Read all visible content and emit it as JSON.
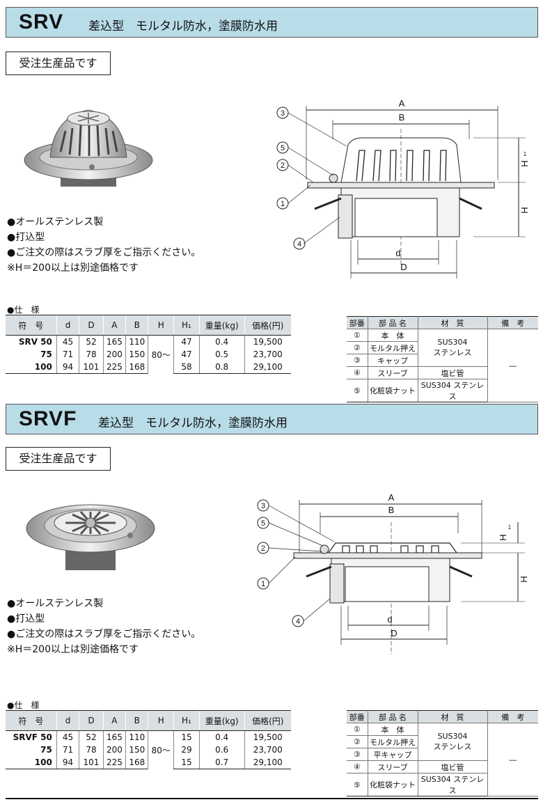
{
  "sections": [
    {
      "code": "SRV",
      "subtitle": "差込型　モルタル防水，塗膜防水用",
      "order_note": "受注生産品です",
      "features": [
        "●オールステンレス製",
        "●打込型",
        "●ご注文の際はスラブ厚をご指示ください。",
        "※H＝200以上は別途価格です"
      ],
      "spec_title": "●仕　様",
      "spec_headers": [
        "符　号",
        "d",
        "D",
        "A",
        "B",
        "H",
        "H₁",
        "重量(kg)",
        "価格(円)"
      ],
      "spec_rows": [
        [
          "SRV 50",
          "45",
          "52",
          "165",
          "110",
          "47",
          "0.4",
          "19,500"
        ],
        [
          "75",
          "71",
          "78",
          "200",
          "150",
          "47",
          "0.5",
          "23,700"
        ],
        [
          "100",
          "94",
          "101",
          "225",
          "168",
          "58",
          "0.8",
          "29,100"
        ]
      ],
      "h_value": "80～",
      "parts_headers": [
        "部番",
        "部 品 名",
        "材　質",
        "備　考"
      ],
      "parts_rows": [
        [
          "①",
          "本　体"
        ],
        [
          "②",
          "モルタル押え"
        ],
        [
          "③",
          "キャップ"
        ],
        [
          "④",
          "スリーブ"
        ],
        [
          "⑤",
          "化粧袋ナット"
        ]
      ],
      "material_stainless": "SUS304\nステンレス",
      "material_sleeve": "塩ビ管",
      "material_nut": "SUS304 ステンレス",
      "remarks": "―",
      "diagram_labels": {
        "A": "A",
        "B": "B",
        "d": "d",
        "D": "D",
        "H": "H",
        "H1": "H",
        "H1_sub": "1",
        "p1": "1",
        "p2": "2",
        "p3": "3",
        "p4": "4",
        "p5": "5"
      }
    },
    {
      "code": "SRVF",
      "subtitle": "差込型　モルタル防水，塗膜防水用",
      "order_note": "受注生産品です",
      "features": [
        "●オールステンレス製",
        "●打込型",
        "●ご注文の際はスラブ厚をご指示ください。",
        "※H＝200以上は別途価格です"
      ],
      "spec_title": "●仕　様",
      "spec_headers": [
        "符　号",
        "d",
        "D",
        "A",
        "B",
        "H",
        "H₁",
        "重量(kg)",
        "価格(円)"
      ],
      "spec_rows": [
        [
          "SRVF 50",
          "45",
          "52",
          "165",
          "110",
          "15",
          "0.4",
          "19,500"
        ],
        [
          "75",
          "71",
          "78",
          "200",
          "150",
          "29",
          "0.6",
          "23,700"
        ],
        [
          "100",
          "94",
          "101",
          "225",
          "168",
          "15",
          "0.7",
          "29,100"
        ]
      ],
      "h_value": "80～",
      "parts_headers": [
        "部番",
        "部 品 名",
        "材　質",
        "備　考"
      ],
      "parts_rows": [
        [
          "①",
          "本　体"
        ],
        [
          "②",
          "モルタル押え"
        ],
        [
          "③",
          "平キャップ"
        ],
        [
          "④",
          "スリーブ"
        ],
        [
          "⑤",
          "化粧袋ナット"
        ]
      ],
      "material_stainless": "SUS304\nステンレス",
      "material_sleeve": "塩ビ管",
      "material_nut": "SUS304 ステンレス",
      "remarks": "―",
      "diagram_labels": {
        "A": "A",
        "B": "B",
        "d": "d",
        "D": "D",
        "H": "H",
        "H1": "H",
        "H1_sub": "1",
        "p1": "1",
        "p2": "2",
        "p3": "3",
        "p4": "4",
        "p5": "5"
      }
    }
  ]
}
